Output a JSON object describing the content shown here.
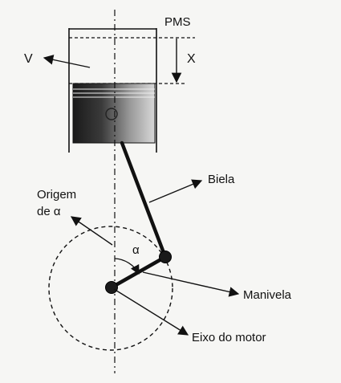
{
  "labels": {
    "pms": "PMS",
    "velocity": "V",
    "displacement": "X",
    "connecting_rod": "Biela",
    "angle_origin_line1": "Origem",
    "angle_origin_line2": "de α",
    "angle": "α",
    "crank": "Manivela",
    "engine_axis": "Eixo do motor"
  }
}
